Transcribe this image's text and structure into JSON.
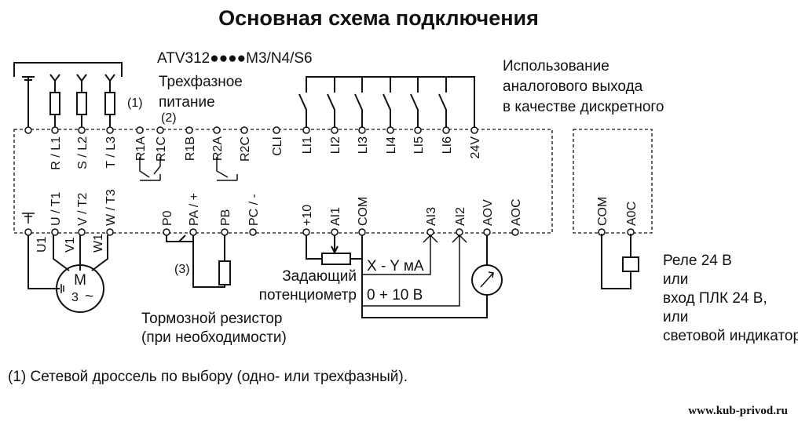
{
  "title": "Основная схема подключения",
  "model": "ATV312●●●●M3/N4/S6",
  "supply_label": [
    "Трехфазное",
    "питание"
  ],
  "note_marks": {
    "n1": "(1)",
    "n2": "(2)",
    "n3": "(3)"
  },
  "top_terminals": [
    "R / L1",
    "S / L2",
    "T / L3",
    "R1A",
    "R1C",
    "R1B",
    "R2A",
    "R2C",
    "CLI",
    "LI1",
    "LI2",
    "LI3",
    "LI4",
    "LI5",
    "LI6",
    "24V"
  ],
  "bottom_terminals": [
    "U / T1",
    "V / T2",
    "W / T3",
    "P0",
    "PA / +",
    "PB",
    "PC / -",
    "+10",
    "AI1",
    "COM",
    "AI3",
    "AI2",
    "AOV",
    "AOC"
  ],
  "motor": {
    "windings": [
      "U1",
      "V1",
      "W1"
    ],
    "symbol": "M",
    "phase": "3",
    "wave": "~"
  },
  "analog_output_title": [
    "Использование",
    "аналогового выхода",
    "в качестве дискретного"
  ],
  "ext_terminals": [
    "COM",
    "A0C"
  ],
  "relay_text": [
    "Реле 24 В",
    "или",
    "вход ПЛК 24 В,",
    "или",
    "световой индикатор"
  ],
  "potentiometer_label": [
    "Задающий",
    "потенциометр"
  ],
  "ai_labels": [
    "X - Y мА",
    "0 + 10 В"
  ],
  "brake_resistor_label": [
    "Тормозной резистор",
    "(при необходимости)"
  ],
  "footnote": "(1)  Сетевой дроссель по выбору (одно- или трехфазный).",
  "website": "www.kub-privod.ru"
}
